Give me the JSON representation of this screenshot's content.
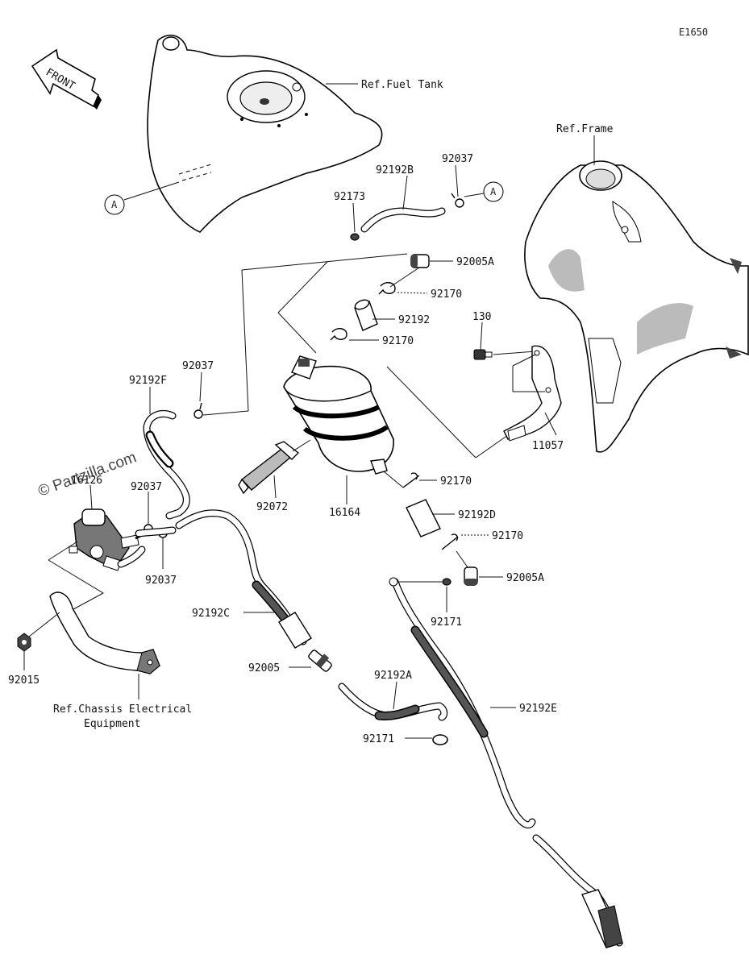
{
  "diagram_code": "E1650",
  "front_label": "FRONT",
  "callout_a": "A",
  "watermark": "© Partzilla.com",
  "refs": {
    "fuel_tank": "Ref.Fuel Tank",
    "frame": "Ref.Frame",
    "chassis_line1": "Ref.Chassis Electrical",
    "chassis_line2": "Equipment"
  },
  "parts": {
    "p92192B": "92192B",
    "p92037_top": "92037",
    "p92173": "92173",
    "p92005A_top": "92005A",
    "p92170_a": "92170",
    "p92192": "92192",
    "p92170_b": "92170",
    "p130": "130",
    "p92192F": "92192F",
    "p92037_left": "92037",
    "p11057": "11057",
    "p16126": "16126",
    "p92037_mid": "92037",
    "p92072": "92072",
    "p16164": "16164",
    "p92170_c": "92170",
    "p92192D": "92192D",
    "p92037_low": "92037",
    "p92170_d": "92170",
    "p92005A_low": "92005A",
    "p92171_a": "92171",
    "p92192C": "92192C",
    "p92015": "92015",
    "p92005": "92005",
    "p92192A": "92192A",
    "p92192E": "92192E",
    "p92171_b": "92171"
  }
}
